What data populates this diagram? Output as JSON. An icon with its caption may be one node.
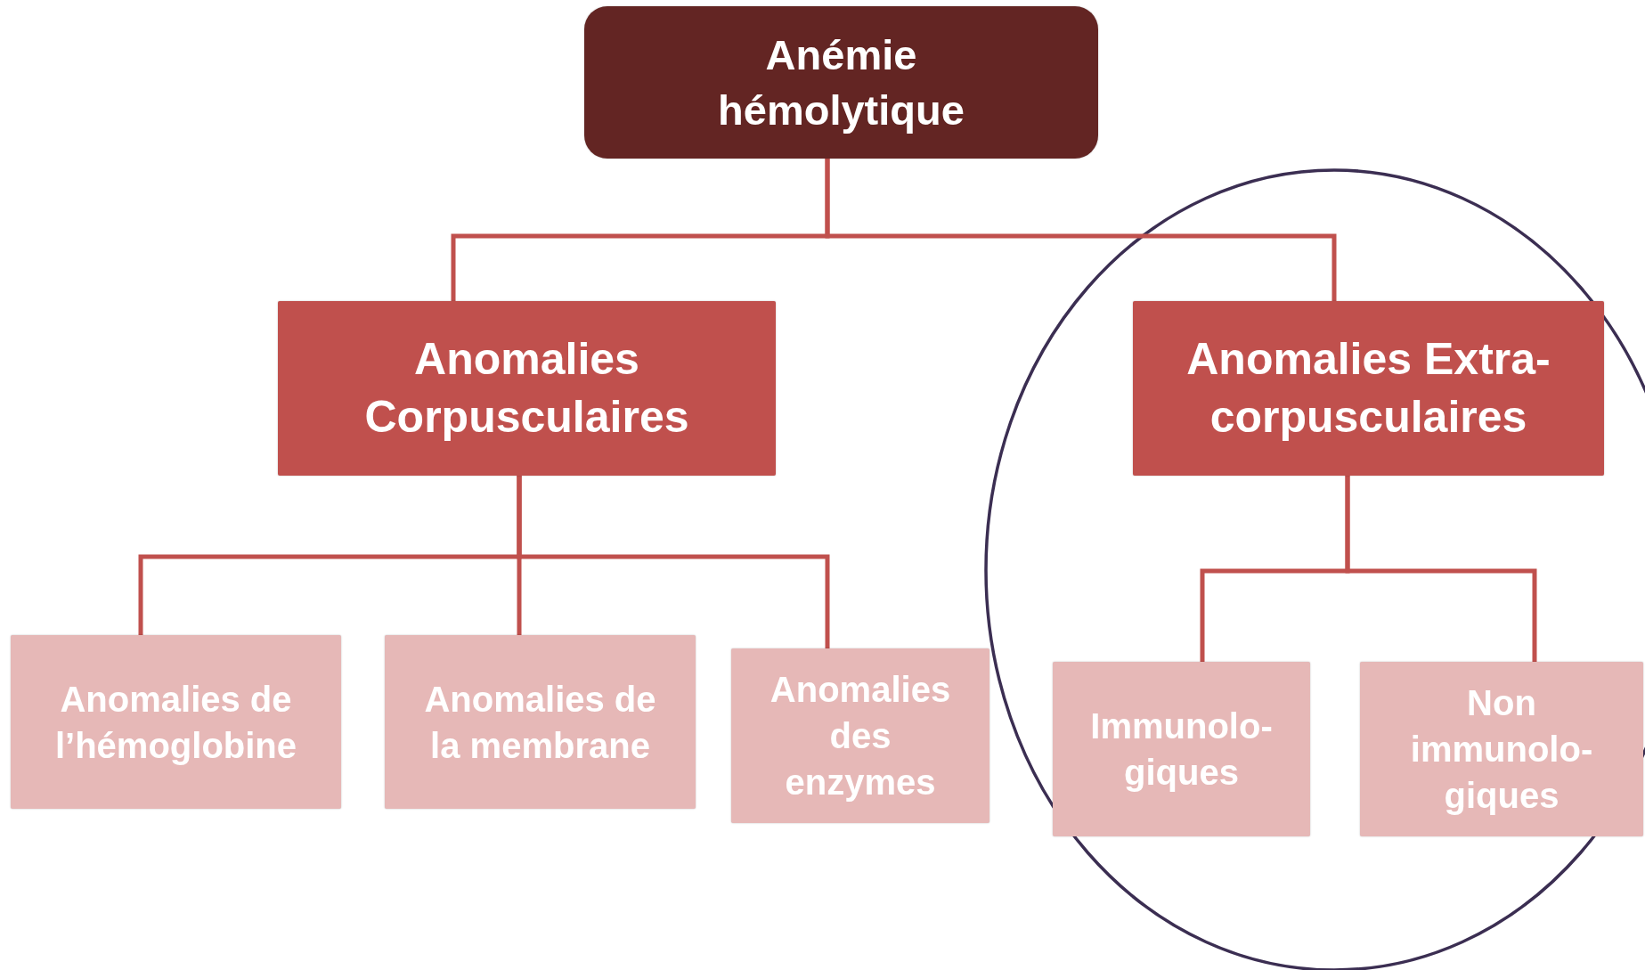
{
  "diagram": {
    "nodes": [
      {
        "text": [
          "Anémie hémolytique"
        ]
      },
      {
        "text": [
          "Anomalies Corpusculaires"
        ]
      },
      {
        "text": [
          "Anomalies Extra-corpusculaires"
        ]
      },
      {
        "text": [
          "Anomalies de l’hémoglobine"
        ]
      },
      {
        "text": [
          "Anomalies de la membrane"
        ]
      },
      {
        "text": [
          "Anomalies des enzymes"
        ]
      },
      {
        "text": [
          "Immunolo- giques"
        ]
      },
      {
        "text": [
          "Non immunolo- giques"
        ]
      }
    ],
    "edges": [
      {
        "from": 0,
        "to": 1,
        "arrow": "none"
      },
      {
        "from": 0,
        "to": 2,
        "arrow": "none"
      },
      {
        "from": 1,
        "to": 3,
        "arrow": "none"
      },
      {
        "from": 1,
        "to": 4,
        "arrow": "none"
      },
      {
        "from": 1,
        "to": 5,
        "arrow": "none"
      },
      {
        "from": 2,
        "to": 6,
        "arrow": "none"
      },
      {
        "from": 2,
        "to": 7,
        "arrow": "none"
      }
    ]
  }
}
